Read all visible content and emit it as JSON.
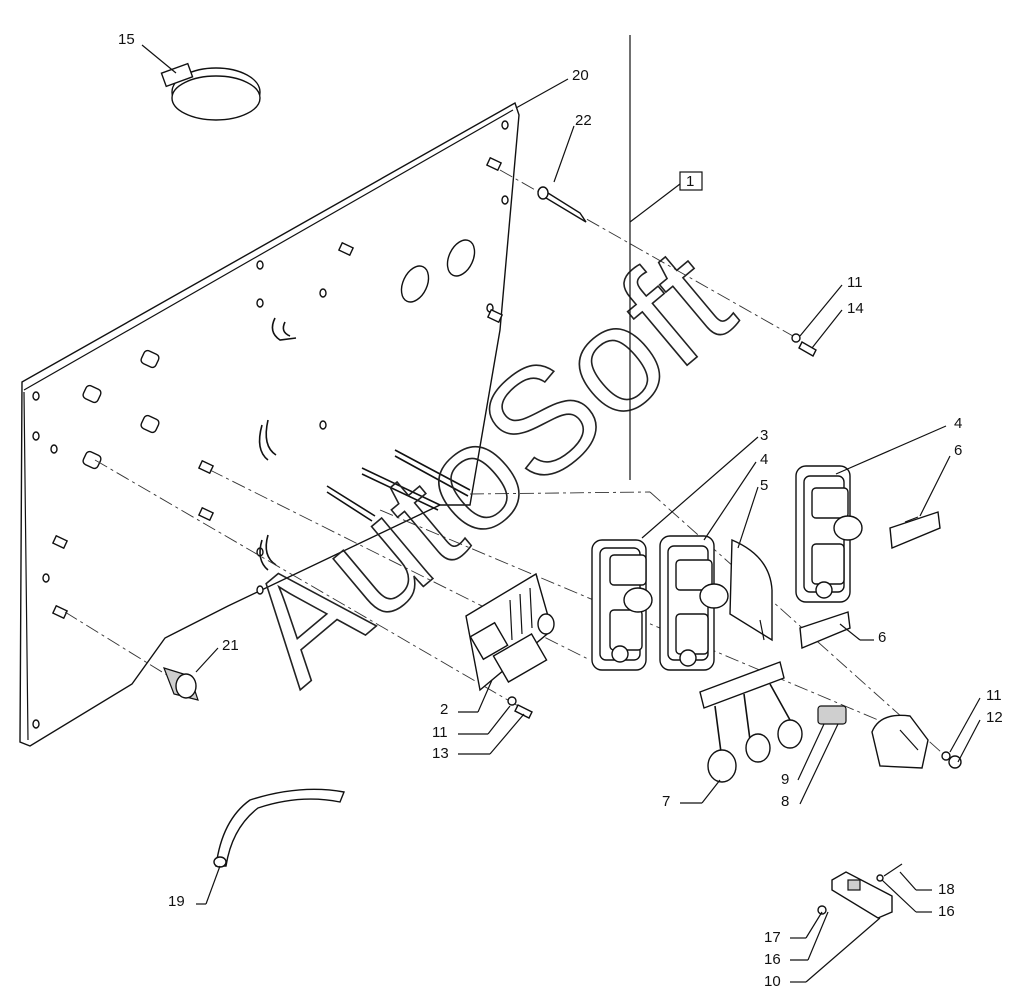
{
  "diagram": {
    "watermark": "AutoSoft",
    "box_label": "1",
    "callouts": [
      "15",
      "20",
      "22",
      "11",
      "14",
      "3",
      "4",
      "4",
      "5",
      "6",
      "6",
      "21",
      "2",
      "11",
      "13",
      "7",
      "9",
      "8",
      "11",
      "12",
      "19",
      "18",
      "16",
      "17",
      "16",
      "10"
    ]
  }
}
